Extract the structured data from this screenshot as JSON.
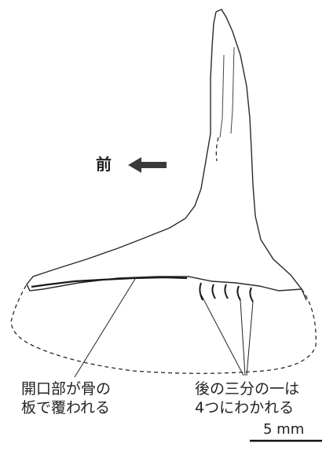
{
  "figure": {
    "direction_label": "前",
    "callouts": [
      {
        "line1": "開口部が骨の",
        "line2": "板で覆われる"
      },
      {
        "line1": "後の三分の一は",
        "line2": "4つにわかれる"
      }
    ],
    "scale_bar": {
      "label": "5 mm"
    },
    "colors": {
      "ink": "#222222",
      "arrow": "#3a3a3a",
      "paper": "#ffffff"
    },
    "icons": [
      "direction-arrow-icon"
    ]
  }
}
